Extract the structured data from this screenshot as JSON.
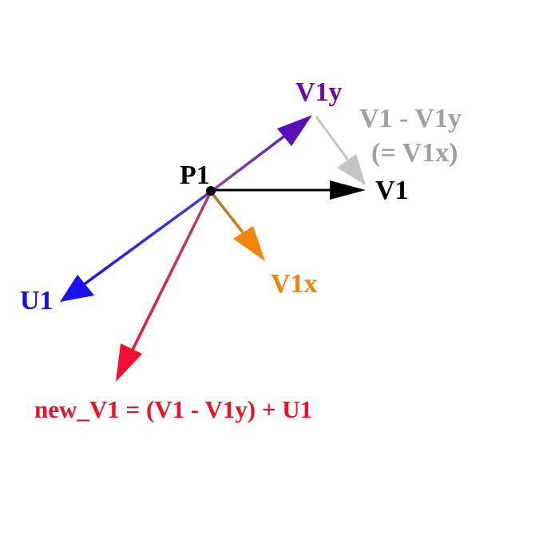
{
  "point": {
    "label": "P1"
  },
  "vectors": {
    "v1": {
      "label": "V1",
      "color": "#000000"
    },
    "v1y": {
      "label": "V1y",
      "color": "#6a0aa3"
    },
    "v1_minus": {
      "label_line1": "V1 - V1y",
      "label_line2": "(= V1x)",
      "color": "#a0a0a0"
    },
    "v1x": {
      "label": "V1x",
      "color": "#f0820a"
    },
    "u1": {
      "label": "U1",
      "color": "#1a0af0"
    },
    "new_v1": {
      "label": "new_V1 = (V1 - V1y) + U1",
      "color": "#ee1028"
    }
  },
  "colors": {
    "point": "#000000",
    "arrow_black": "#000000",
    "arrow_purple": "#5a14b4",
    "arrow_gray": "#c0c0c0",
    "arrow_orange": "#f0820a",
    "arrow_blue": "#1a10f0",
    "arrow_red": "#ee1038"
  }
}
